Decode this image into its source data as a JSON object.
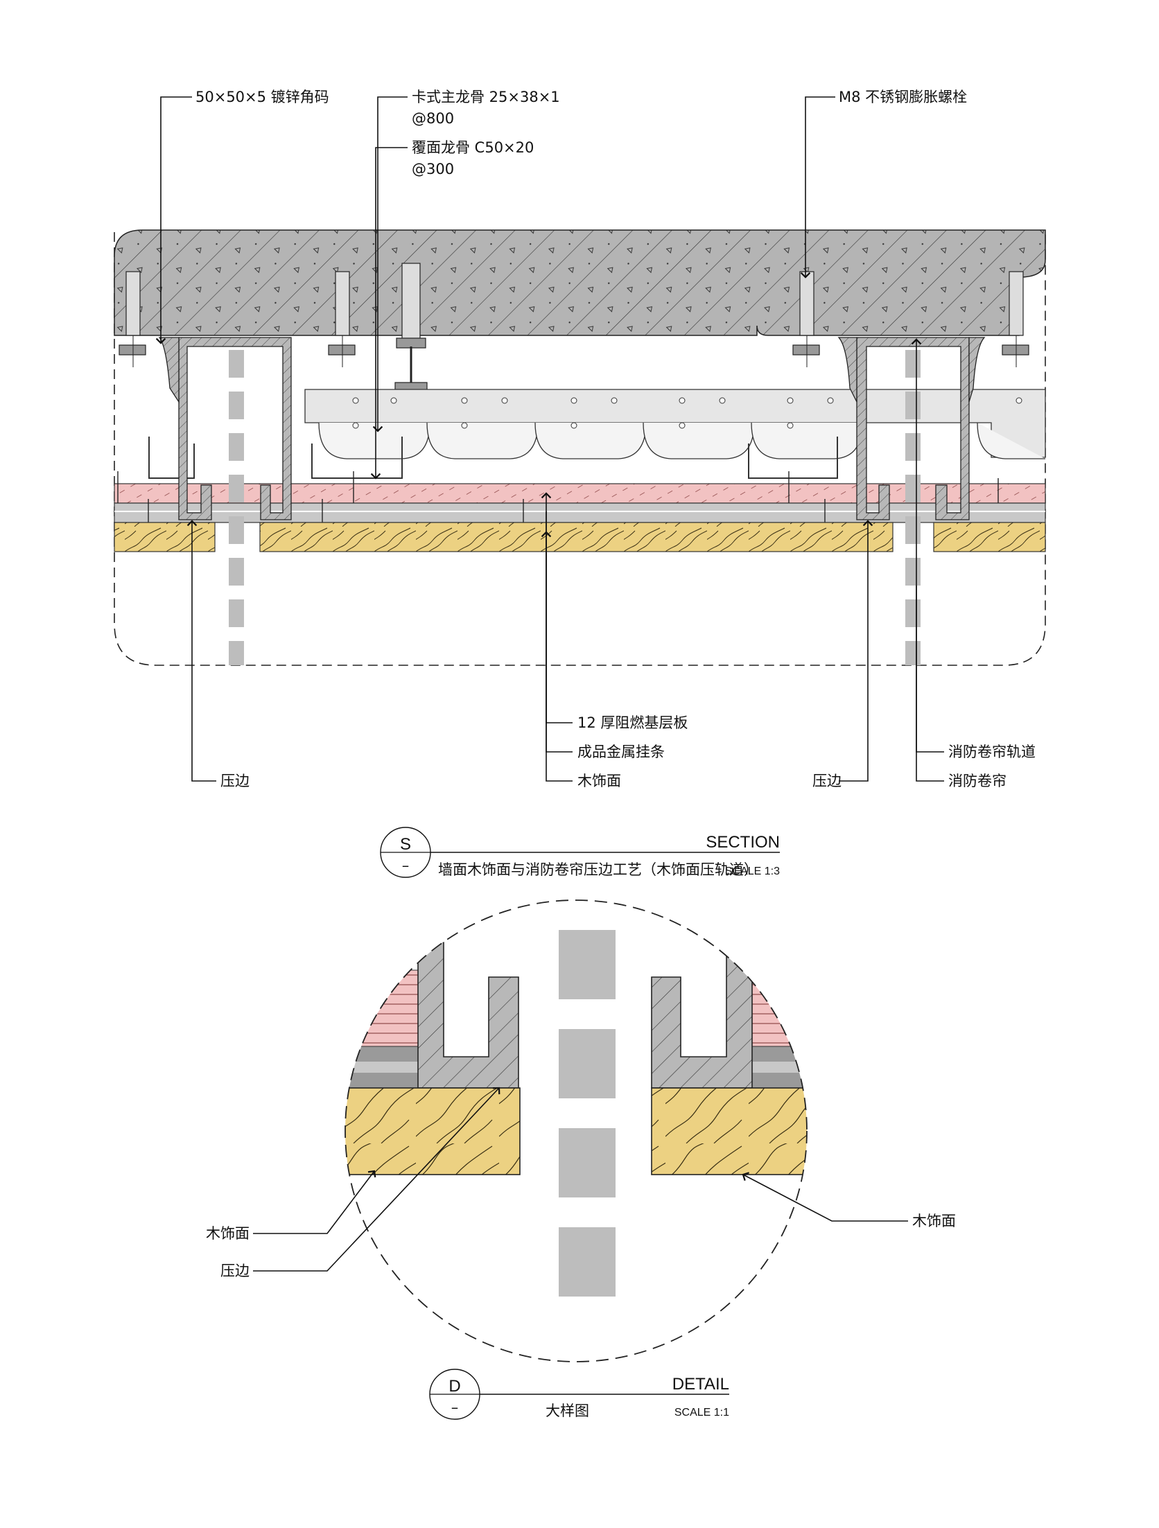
{
  "section_drawing": {
    "labels": {
      "angle_bracket": "50×50×5 镀锌角码",
      "main_keel": "卡式主龙骨 25×38×1",
      "main_keel_spacing": "@800",
      "cover_keel": "覆面龙骨 C50×20",
      "cover_keel_spacing": "@300",
      "bolt": "M8 不锈钢膨胀螺栓",
      "base_board": "12 厚阻燃基层板",
      "metal_strip": "成品金属挂条",
      "wood_finish": "木饰面",
      "edge_trim_left": "压边",
      "edge_trim_right": "压边",
      "shutter_track": "消防卷帘轨道",
      "shutter": "消防卷帘"
    },
    "title_block": {
      "symbol_letter": "S",
      "symbol_sub": "–",
      "heading": "SECTION",
      "title": "墙面木饰面与消防卷帘压边工艺（木饰面压轨道）",
      "scale": "SCALE 1:3"
    }
  },
  "detail_drawing": {
    "labels": {
      "wood_finish_left": "木饰面",
      "edge_trim": "压边",
      "wood_finish_right": "木饰面"
    },
    "title_block": {
      "symbol_letter": "D",
      "symbol_sub": "–",
      "heading": "DETAIL",
      "title": "大样图",
      "scale": "SCALE 1:1"
    }
  },
  "colors": {
    "concrete": "#b4b4b4",
    "aluminum_profile": "#b8b8b8",
    "fire_board": "#f2c2c2",
    "wood_veneer": "#ecd182",
    "shutter_dash": "#bdbdbd",
    "steel_keel": "#e6e6e6",
    "line": "#111111"
  }
}
